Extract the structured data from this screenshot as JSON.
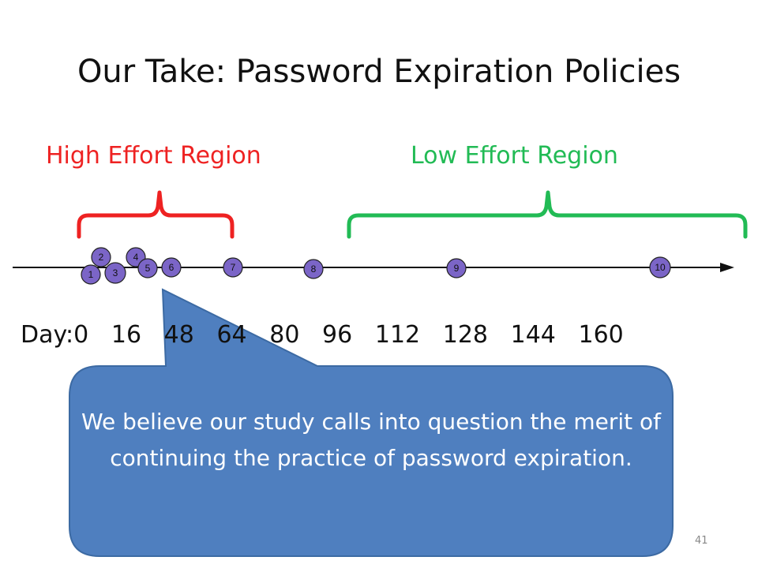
{
  "slide": {
    "title": "Our Take: Password Expiration Policies",
    "slide_number": "41"
  },
  "regions": {
    "high": {
      "label": "High Effort Region",
      "color": "#ee2222"
    },
    "low": {
      "label": "Low Effort Region",
      "color": "#22bb55"
    }
  },
  "timeline": {
    "day_prefix": "Day:",
    "day_labels": [
      "0",
      "16",
      "48",
      "64",
      "80",
      "96",
      "112",
      "128",
      "144",
      "160"
    ],
    "marker_color": "#7b65c7",
    "markers": [
      "1",
      "2",
      "3",
      "4",
      "5",
      "6",
      "7",
      "8",
      "9",
      "10"
    ]
  },
  "callout": {
    "text": "We believe our study calls into question the merit of continuing the practice of password expiration.",
    "fill": "#4f7fbf"
  }
}
